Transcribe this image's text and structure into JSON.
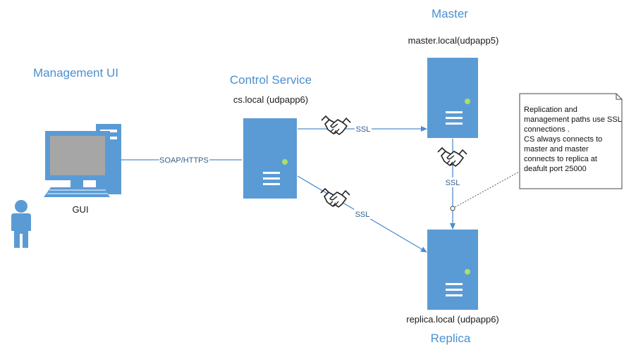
{
  "management": {
    "title": "Management UI",
    "gui_label": "GUI"
  },
  "control_service": {
    "title": "Control Service",
    "host": "cs.local (udpapp6)"
  },
  "master": {
    "title": "Master",
    "host": "master.local(udpapp5)"
  },
  "replica": {
    "title": "Replica",
    "host": "replica.local (udpapp6)"
  },
  "connections": {
    "gui_to_cs": "SOAP/HTTPS",
    "cs_to_master": "SSL",
    "cs_to_replica": "SSL",
    "master_to_replica": "SSL"
  },
  "note": {
    "lines": [
      "Replication and",
      "management paths use SSL",
      "connections .",
      " CS always connects to",
      "master and master",
      "connects to replica at",
      "deafult port 25000"
    ]
  },
  "colors": {
    "server": "#5b9bd5",
    "title_text": "#4a90d0",
    "connector": "#4d8fcf",
    "status_light": "#a8e06a"
  },
  "icons": [
    "desktop-computer-icon",
    "person-icon",
    "server-icon",
    "handshake-icon"
  ]
}
